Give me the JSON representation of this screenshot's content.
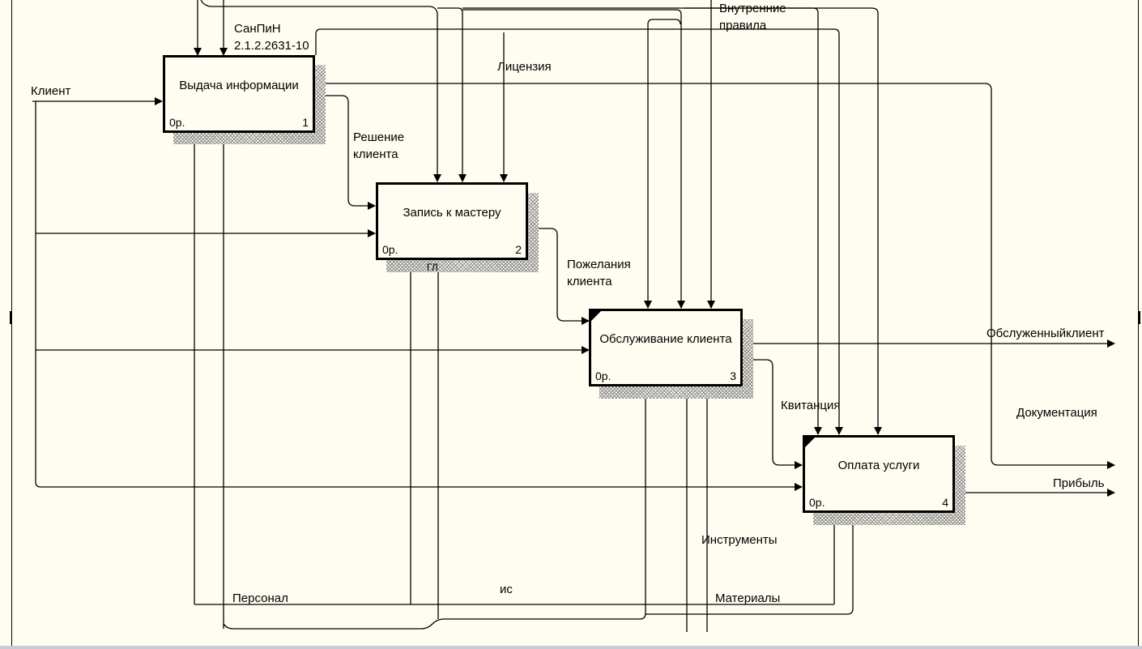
{
  "diagram": {
    "blocks": [
      {
        "title": "Выдача информации",
        "cost": "0р.",
        "number": "1"
      },
      {
        "title": "Запись к мастеру",
        "cost": "0р.",
        "number": "2"
      },
      {
        "title": "Обслуживание клиента",
        "cost": "0р.",
        "number": "3"
      },
      {
        "title": "Оплата услуги",
        "cost": "0р.",
        "number": "4"
      }
    ],
    "arrows": {
      "client": "Клиент",
      "sanpin": "СанПиН\n2.1.2.2631-10",
      "license": "Лицензия",
      "internal_rules": "Внутренние\nправила",
      "client_decision": "Решение\nклиента",
      "client_wishes": "Пожелания\nклиента",
      "receipt": "Квитанция",
      "served_client": "Обслуженныйклиент",
      "documentation": "Документация",
      "profit": "Прибыль",
      "tools": "Инструменты",
      "personnel": "Персонал",
      "is": "ис",
      "materials": "Материалы",
      "tunnel_mark": "ГЛ"
    }
  }
}
